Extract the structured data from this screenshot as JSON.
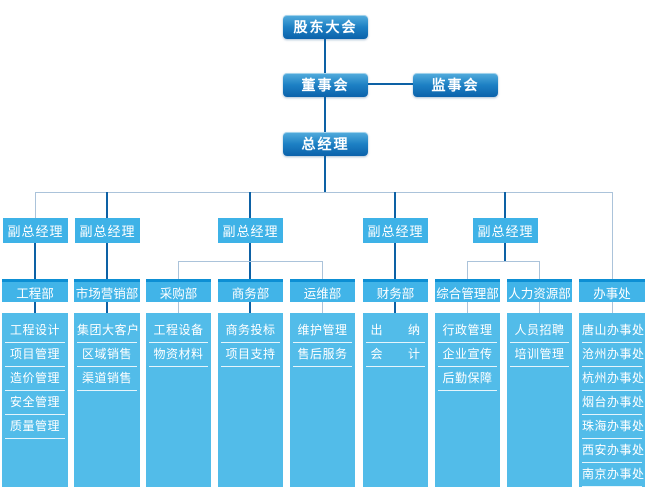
{
  "palette": {
    "grad-top": "#55aedd",
    "grad-mid": "#1d80c4",
    "grad-bottom": "#0b62ab",
    "flat": "#3eb2e7",
    "strip": "#0d8fd4",
    "header-body": "#41b4e8",
    "column": "#52bce9",
    "line-dark": "#0d61a5",
    "line-light": "#abc3da",
    "text": "#ffffff"
  },
  "top_nodes": {
    "shareholders": "股东大会",
    "board": "董事会",
    "supervisory": "监事会",
    "general_manager": "总经理"
  },
  "deputy_label": "副总经理",
  "departments": [
    {
      "name": "工程部",
      "items": [
        "工程设计",
        "项目管理",
        "造价管理",
        "安全管理",
        "质量管理"
      ]
    },
    {
      "name": "市场营销部",
      "items": [
        "集团大客户",
        "区域销售",
        "渠道销售"
      ]
    },
    {
      "name": "采购部",
      "items": [
        "工程设备",
        "物资材料"
      ]
    },
    {
      "name": "商务部",
      "items": [
        "商务投标",
        "项目支持"
      ]
    },
    {
      "name": "运维部",
      "items": [
        "维护管理",
        "售后服务"
      ]
    },
    {
      "name": "财务部",
      "items": [
        "出　　纳",
        "会　　计"
      ]
    },
    {
      "name": "综合管理部",
      "items": [
        "行政管理",
        "企业宣传",
        "后勤保障"
      ]
    },
    {
      "name": "人力资源部",
      "items": [
        "人员招聘",
        "培训管理"
      ]
    },
    {
      "name": "办事处",
      "items": [
        "唐山办事处",
        "沧州办事处",
        "杭州办事处",
        "烟台办事处",
        "珠海办事处",
        "西安办事处",
        "南京办事处"
      ]
    }
  ]
}
